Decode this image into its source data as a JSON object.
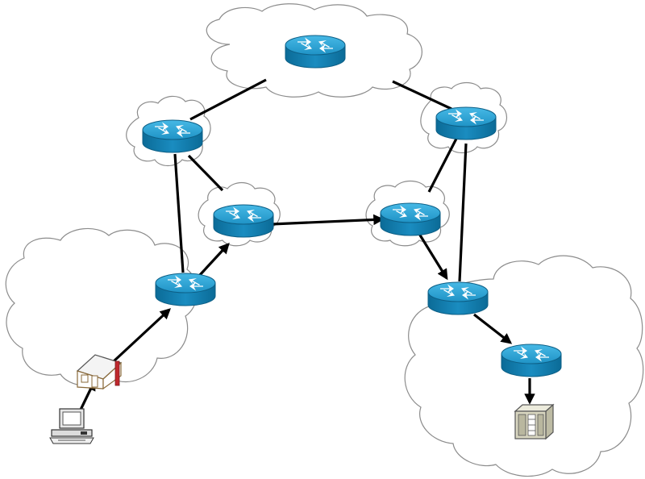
{
  "colors": {
    "router_top": "#2aa6d6",
    "router_side": "#0a6f9c",
    "router_edge": "#0d5f86",
    "router_arrows": "#ffffff",
    "cloud_stroke": "#8c8c8c",
    "link": "#000000",
    "house_roof": "#555555",
    "house_chimney": "#c0282d",
    "server_body": "#d8d6c0"
  },
  "icons": {
    "router": "router-icon",
    "home": "house-icon",
    "pc": "desktop-computer-icon",
    "server": "server-icon",
    "cloud": "cloud-shape"
  },
  "diagram": {
    "clouds": [
      "top-cloud",
      "left-upper-cloud",
      "center-left-cloud",
      "center-right-cloud",
      "right-upper-cloud",
      "left-lower-cloud",
      "right-lower-cloud"
    ],
    "routers": [
      "top-router",
      "upper-left-router",
      "center-left-router",
      "lower-left-router",
      "upper-right-router",
      "center-right-router",
      "lower-right-router",
      "destination-router"
    ],
    "links": [
      {
        "from": "top-router",
        "to": "upper-left-router",
        "directed": false
      },
      {
        "from": "top-router",
        "to": "upper-right-router",
        "directed": false
      },
      {
        "from": "upper-left-router",
        "to": "center-left-router",
        "directed": false
      },
      {
        "from": "upper-left-router",
        "to": "lower-left-router",
        "directed": false
      },
      {
        "from": "upper-right-router",
        "to": "center-right-router",
        "directed": false
      },
      {
        "from": "upper-right-router",
        "to": "lower-right-router",
        "directed": false
      },
      {
        "from": "pc",
        "to": "home",
        "directed": true
      },
      {
        "from": "home",
        "to": "lower-left-router",
        "directed": true
      },
      {
        "from": "lower-left-router",
        "to": "center-left-router",
        "directed": true
      },
      {
        "from": "center-left-router",
        "to": "center-right-router",
        "directed": true
      },
      {
        "from": "center-right-router",
        "to": "lower-right-router",
        "directed": true
      },
      {
        "from": "lower-right-router",
        "to": "destination-router",
        "directed": true
      },
      {
        "from": "destination-router",
        "to": "server",
        "directed": true
      }
    ]
  }
}
